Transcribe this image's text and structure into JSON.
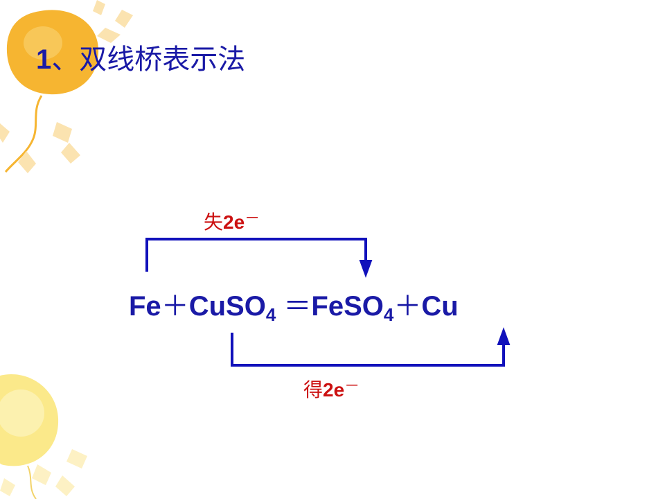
{
  "title": {
    "number": "1",
    "text": "、双线桥表示法"
  },
  "colors": {
    "title": "#1a1aa6",
    "label": "#cc1111",
    "arrow": "#1111bb",
    "balloon_orange": "#f6b531",
    "balloon_yellow": "#fbe98a"
  },
  "lose_label": {
    "prefix": "失",
    "electrons": "2e",
    "charge": "－"
  },
  "gain_label": {
    "prefix": "得",
    "electrons": "2e",
    "charge": "－"
  },
  "equation": {
    "reactant1": "Fe",
    "plus1": "＋",
    "reactant2": "CuSO",
    "reactant2_sub": "4",
    "equals": "＝",
    "product1": "FeSO",
    "product1_sub": "4",
    "plus2": "＋",
    "product2": "Cu"
  },
  "icons": {
    "decoration_top": "balloon-orange-icon",
    "decoration_bottom": "balloon-yellow-icon"
  }
}
